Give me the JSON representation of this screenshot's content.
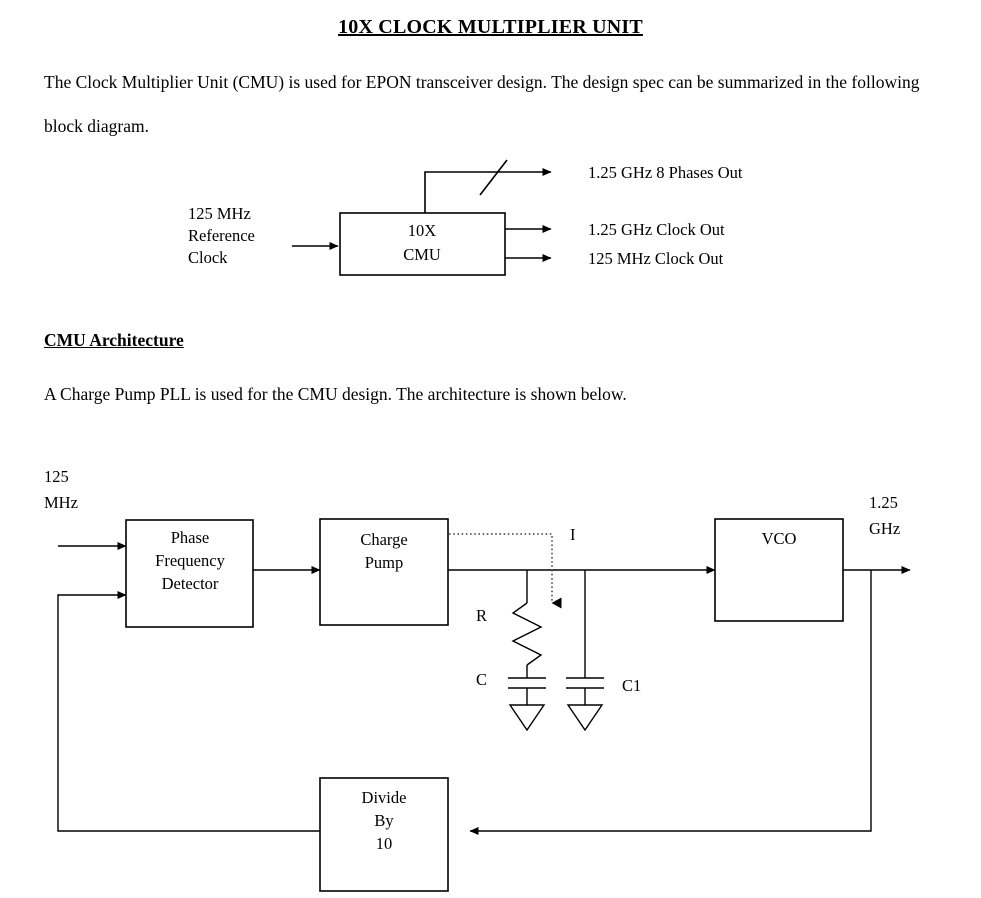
{
  "document": {
    "title": "10X CLOCK MULTIPLIER UNIT",
    "intro_paragraph": "The Clock Multiplier Unit (CMU) is used for EPON transceiver design. The design spec can be summarized in the following block diagram.",
    "section_heading": "CMU Architecture",
    "architecture_paragraph": "A Charge Pump PLL is used for the CMU design. The architecture is shown below."
  },
  "block_diagram": {
    "input_label": "125 MHz Reference Clock",
    "input_label_lines": [
      "125 MHz",
      "Reference",
      "Clock"
    ],
    "block": {
      "line1": "10X",
      "line2": "CMU"
    },
    "outputs": [
      {
        "label": "1.25 GHz 8 Phases Out",
        "bus": true
      },
      {
        "label": "1.25 GHz Clock Out",
        "bus": false
      },
      {
        "label": "125 MHz Clock Out",
        "bus": false
      }
    ]
  },
  "pll_diagram": {
    "input_label_lines": [
      "125",
      "MHz"
    ],
    "output_label_lines": [
      "1.25",
      "GHz"
    ],
    "blocks": {
      "pfd": {
        "lines": [
          "Phase",
          "Frequency",
          "Detector"
        ]
      },
      "charge_pump": {
        "lines": [
          "Charge",
          "Pump"
        ]
      },
      "vco": {
        "lines": [
          "VCO"
        ]
      },
      "divider": {
        "lines": [
          "Divide",
          "By",
          "10"
        ]
      }
    },
    "components": {
      "current": "I",
      "resistor": "R",
      "capacitor": "C",
      "capacitor1": "C1"
    }
  },
  "colors": {
    "ink": "#000000",
    "paper": "#ffffff",
    "dotted": "#404040"
  }
}
